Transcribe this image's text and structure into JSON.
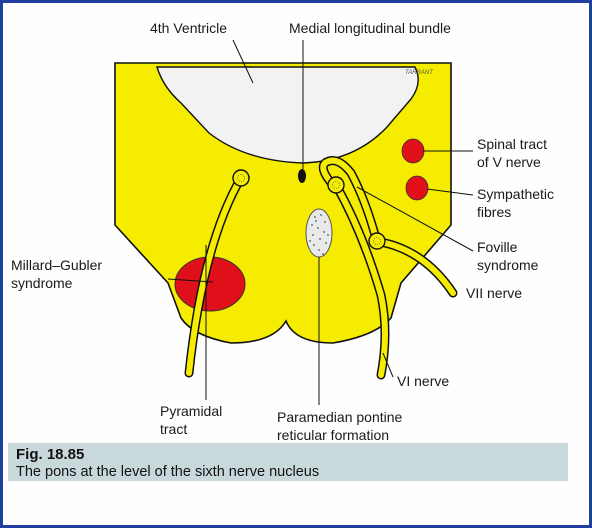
{
  "diagram": {
    "artist_signature": "TARRANT",
    "labels": {
      "fourth_ventricle": "4th Ventricle",
      "mlf": "Medial longitudinal bundle",
      "spinal_tract_1": "Spinal tract",
      "spinal_tract_2": "of V nerve",
      "sympathetic_1": "Sympathetic",
      "sympathetic_2": "fibres",
      "foville_1": "Foville",
      "foville_2": "syndrome",
      "vii_nerve": "VII nerve",
      "millard_1": "Millard–Gubler",
      "millard_2": "syndrome",
      "vi_nerve": "VI nerve",
      "pyramidal_1": "Pyramidal",
      "pyramidal_2": "tract",
      "pprf_1": "Paramedian pontine",
      "pprf_2": "reticular formation"
    },
    "colors": {
      "pons": "#f5ec00",
      "ventricle": "#f2f2f2",
      "lesion": "#e0101a",
      "outline": "#111111"
    }
  },
  "caption": {
    "label": "Fig. 18.85",
    "text": "The pons at the level of the sixth nerve nucleus"
  }
}
